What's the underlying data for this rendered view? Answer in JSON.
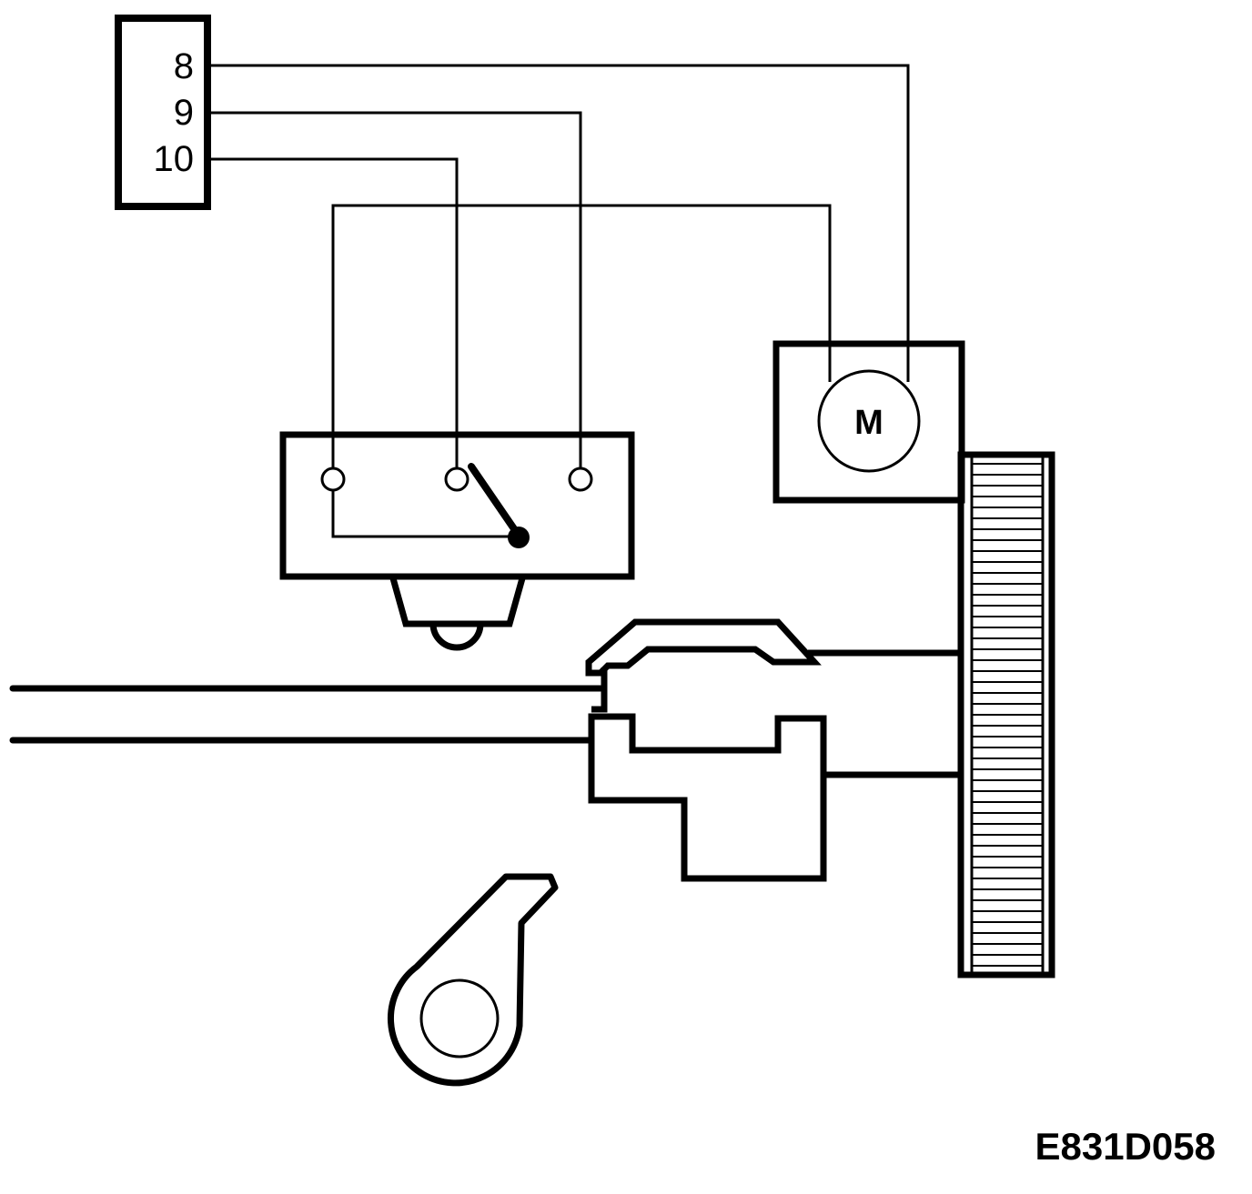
{
  "connector": {
    "pins": [
      "8",
      "9",
      "10"
    ]
  },
  "motor": {
    "label": "M"
  },
  "figure_code": "E831D058",
  "colors": {
    "ink": "#000000",
    "paper": "#ffffff"
  }
}
